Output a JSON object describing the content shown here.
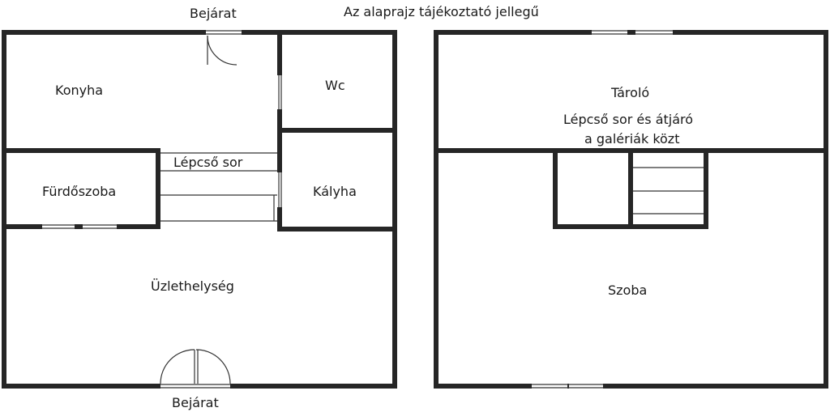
{
  "title": "Az alaprajz tájékoztató jellegű",
  "ground_floor": {
    "entrance_top": "Bejárat",
    "entrance_bottom": "Bejárat",
    "rooms": {
      "kitchen": "Konyha",
      "wc": "Wc",
      "staircase": "Lépcső sor",
      "bathroom": "Fürdőszoba",
      "stove": "Kályha",
      "shop": "Üzlethelység"
    }
  },
  "upper_floor": {
    "rooms": {
      "storage": "Tároló",
      "passage_line1": "Lépcső sor és átjáró",
      "passage_line2": "a galériák közt",
      "room": "Szoba"
    }
  },
  "colors": {
    "wall": "#262626",
    "background": "#ffffff"
  }
}
